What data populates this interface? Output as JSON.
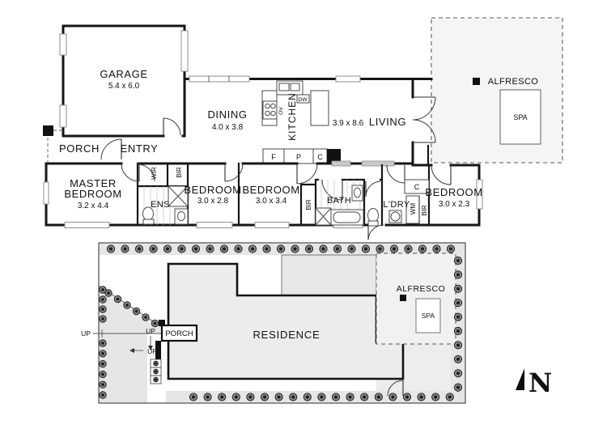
{
  "floor_plan": {
    "garage": {
      "label": "GARAGE",
      "dims": "5.4 x 6.0"
    },
    "porch_label": "PORCH",
    "entry_label": "ENTRY",
    "dining": {
      "label": "DINING",
      "dims": "4.0 x 3.8"
    },
    "kitchen": {
      "label": "KITCHEN",
      "dishwasher": "DW",
      "oven": "OV"
    },
    "living": {
      "label": "LIVING",
      "dims": "3.9 x 8.6"
    },
    "alfresco": {
      "label": "ALFRESCO",
      "spa": "SPA"
    },
    "storage": {
      "fridge": "F",
      "pantry": "P",
      "cupboard": "C"
    },
    "master_bedroom": {
      "label_line1": "MASTER",
      "label_line2": "BEDROOM",
      "dims": "3.2 x 4.4"
    },
    "wir": "WIR",
    "bir": "BIR",
    "ens": "ENS",
    "bedroom2": {
      "label": "BEDROOM",
      "dims": "3.0 x 2.8"
    },
    "bedroom3": {
      "label": "BEDROOM",
      "dims": "3.0 x 3.4"
    },
    "bedroom4": {
      "label": "BEDROOM",
      "dims": "3.0 x 2.3"
    },
    "bath": "BATH",
    "laundry": "L'DRY",
    "wm": "WM",
    "cupboard2": "C"
  },
  "site_plan": {
    "residence": "RESIDENCE",
    "porch": "PORCH",
    "alfresco": {
      "label": "ALFRESCO",
      "spa": "SPA"
    },
    "up": "UP"
  },
  "compass": {
    "north": "N"
  },
  "colors": {
    "wall": "#161616",
    "site_fill": "#e9e9e9",
    "alfresco_fill": "#f5f5f5"
  }
}
